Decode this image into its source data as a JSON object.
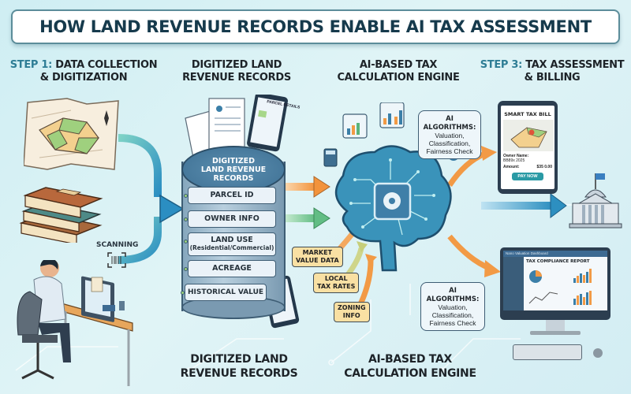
{
  "title": "HOW LAND REVENUE RECORDS ENABLE AI TAX ASSESSMENT",
  "headings": {
    "step1": {
      "step": "STEP 1:",
      "line1": "DATA COLLECTION",
      "line2": "& DIGITIZATION"
    },
    "records": {
      "line1": "DIGITIZED LAND",
      "line2": "REVENUE RECORDS"
    },
    "engine": {
      "line1": "AI-BASED TAX",
      "line2": "CALCULATION ENGINE"
    },
    "step3": {
      "step": "STEP 3:",
      "line1": "TAX ASSESSMENT",
      "line2": "& BILLING"
    }
  },
  "footer_labels": {
    "records": {
      "line1": "DIGITIZED LAND",
      "line2": "REVENUE RECORDS"
    },
    "engine": {
      "line1": "AI-BASED TAX",
      "line2": "CALCULATION ENGINE"
    }
  },
  "scanning_label": "SCANNING",
  "database": {
    "top_line1": "DIGITIZED",
    "top_line2": "LAND REVENUE",
    "top_line3": "RECORDS",
    "fields": [
      {
        "label": "PARCEL ID",
        "sub": ""
      },
      {
        "label": "OWNER INFO",
        "sub": ""
      },
      {
        "label": "LAND USE",
        "sub": "(Residential/Commercial)"
      },
      {
        "label": "ACREAGE",
        "sub": ""
      },
      {
        "label": "HISTORICAL VALUE",
        "sub": ""
      }
    ],
    "tablet_title": "PARCEL DETAILS",
    "tablet2_title": "Parcel Details"
  },
  "inputs": [
    {
      "line1": "MARKET",
      "line2": "VALUE DATA"
    },
    {
      "line1": "LOCAL",
      "line2": "TAX RATES"
    },
    {
      "line1": "ZONING",
      "line2": "INFO"
    }
  ],
  "algorithm_bubbles": [
    {
      "title": "AI ALGORITHMS:",
      "line1": "Valuation,",
      "line2": "Classification,",
      "line3": "Fairness Check"
    },
    {
      "title": "AI ALGORITHMS:",
      "line1": "Valuation,",
      "line2": "Classification,",
      "line3": "Fairness Check"
    }
  ],
  "tax_bill": {
    "title": "SMART TAX BILL",
    "owner_label": "Owner Name:",
    "owner_value": "BB89x 2025",
    "amount_label": "Amount:",
    "amount_value": "$35 0.00",
    "pay_button": "PAY NOW"
  },
  "dashboard": {
    "window_title": "Nano Valuation Dashboard",
    "report_title": "TAX COMPLIANCE REPORT"
  },
  "colors": {
    "title_text": "#163a4c",
    "step_accent": "#2e7d95",
    "brain": "#3a8fb5",
    "arrow_orange": "#f29a45",
    "arrow_green": "#6cc18a",
    "arrow_teal": "#2d8fc0",
    "tag_fill": "#f9e0a3"
  }
}
